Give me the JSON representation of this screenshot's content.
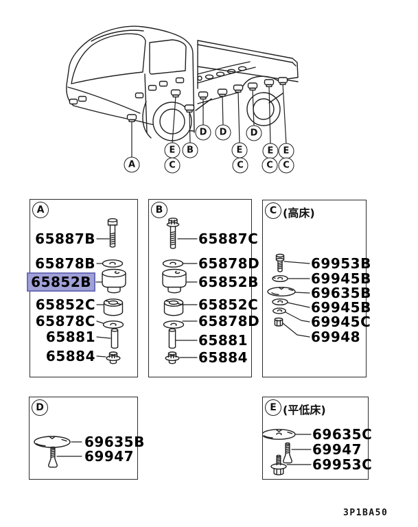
{
  "figure_code": "3P1BA50",
  "highlight": {
    "fill": "#A0A1D8",
    "border": "#6B6DB5"
  },
  "truck": {
    "callouts": [
      {
        "letter": "A"
      },
      {
        "letter": "E"
      },
      {
        "letter": "C"
      },
      {
        "letter": "B"
      },
      {
        "letter": "D"
      },
      {
        "letter": "D"
      },
      {
        "letter": "E"
      },
      {
        "letter": "C"
      },
      {
        "letter": "D"
      },
      {
        "letter": "E"
      },
      {
        "letter": "C"
      },
      {
        "letter": "E"
      },
      {
        "letter": "C"
      }
    ]
  },
  "boxes": [
    {
      "letter": "A",
      "note": "",
      "parts": [
        {
          "number": "65887B",
          "icon": "long-bolt",
          "highlighted": false
        },
        {
          "number": "65878B",
          "icon": "washer",
          "highlighted": false
        },
        {
          "number": "65852B",
          "icon": "cushion",
          "highlighted": true
        },
        {
          "number": "65852C",
          "icon": "cushion-ring",
          "highlighted": false
        },
        {
          "number": "65878C",
          "icon": "washer",
          "highlighted": false
        },
        {
          "number": "65881",
          "icon": "collar",
          "highlighted": false
        },
        {
          "number": "65884",
          "icon": "flange-nut",
          "highlighted": false
        }
      ]
    },
    {
      "letter": "B",
      "note": "",
      "parts": [
        {
          "number": "65887C",
          "icon": "flange-bolt",
          "highlighted": false
        },
        {
          "number": "65878D",
          "icon": "washer",
          "highlighted": false
        },
        {
          "number": "65852B",
          "icon": "cushion",
          "highlighted": false
        },
        {
          "number": "65852C",
          "icon": "cushion-ring",
          "highlighted": false
        },
        {
          "number": "65878D",
          "icon": "washer",
          "highlighted": false
        },
        {
          "number": "65881",
          "icon": "collar",
          "highlighted": false
        },
        {
          "number": "65884",
          "icon": "flange-nut",
          "highlighted": false
        }
      ]
    },
    {
      "letter": "C",
      "note": "(高床)",
      "parts": [
        {
          "number": "69953B",
          "icon": "small-bolt",
          "highlighted": false
        },
        {
          "number": "69945B",
          "icon": "small-washer",
          "highlighted": false
        },
        {
          "number": "69635B",
          "icon": "plate",
          "highlighted": false
        },
        {
          "number": "69945B",
          "icon": "small-washer",
          "highlighted": false
        },
        {
          "number": "69945C",
          "icon": "small-washer",
          "highlighted": false
        },
        {
          "number": "69948",
          "icon": "small-nut",
          "highlighted": false
        }
      ]
    },
    {
      "letter": "D",
      "note": "",
      "parts": [
        {
          "number": "69635B",
          "icon": "plate",
          "highlighted": false
        },
        {
          "number": "69947",
          "icon": "screw",
          "highlighted": false
        }
      ]
    },
    {
      "letter": "E",
      "note": "(平低床)",
      "parts": [
        {
          "number": "69635C",
          "icon": "plate",
          "highlighted": false
        },
        {
          "number": "69947",
          "icon": "screw",
          "highlighted": false
        },
        {
          "number": "69953C",
          "icon": "small-flange-bolt",
          "highlighted": false
        }
      ]
    }
  ]
}
